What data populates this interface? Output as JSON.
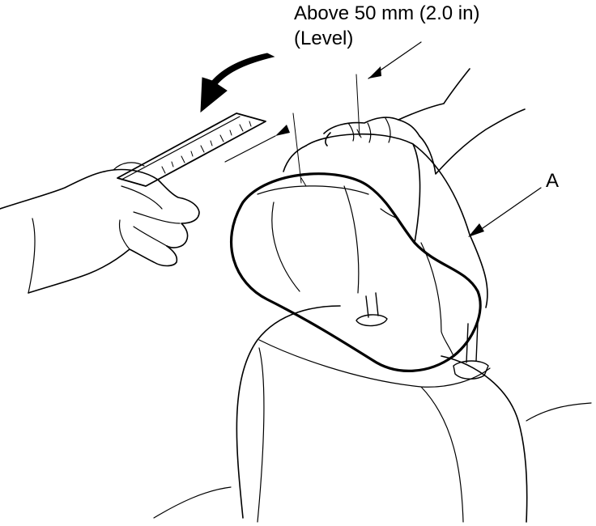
{
  "annotations": {
    "dimension_line1": "Above 50 mm (2.0 in)",
    "dimension_line2": "(Level)",
    "callout": "A"
  },
  "colors": {
    "ink": "#000000",
    "paper": "#ffffff"
  }
}
